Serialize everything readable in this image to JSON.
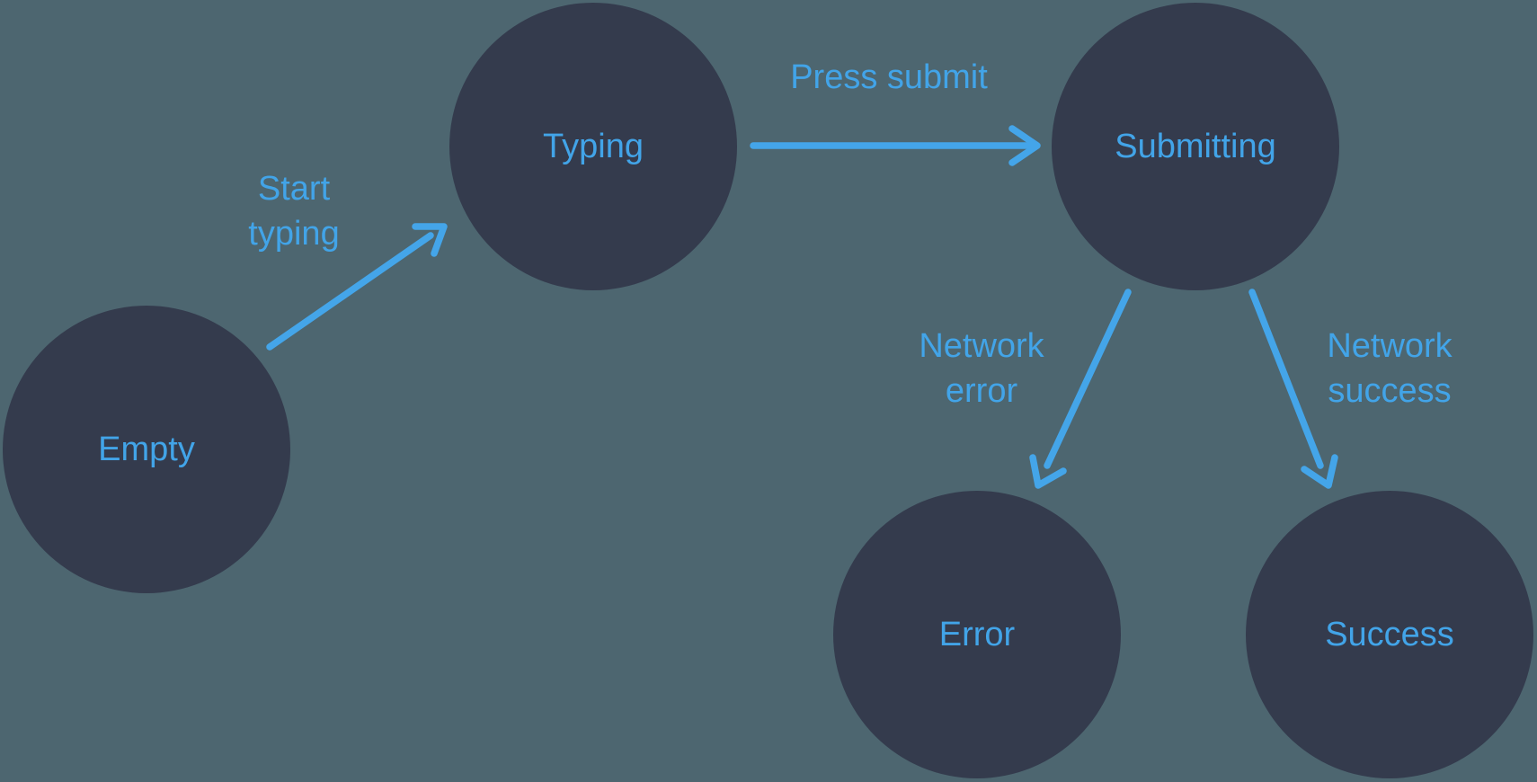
{
  "colors": {
    "background": "#4D6670",
    "node_fill": "#343B4D",
    "accent": "#42A4E8"
  },
  "states": [
    {
      "id": "empty",
      "label": "Empty"
    },
    {
      "id": "typing",
      "label": "Typing"
    },
    {
      "id": "submitting",
      "label": "Submitting"
    },
    {
      "id": "error",
      "label": "Error"
    },
    {
      "id": "success",
      "label": "Success"
    }
  ],
  "transitions": [
    {
      "id": "start-typing",
      "from": "empty",
      "to": "typing",
      "label": "Start typing",
      "label_lines": [
        "Start",
        "typing"
      ]
    },
    {
      "id": "press-submit",
      "from": "typing",
      "to": "submitting",
      "label": "Press submit",
      "label_lines": [
        "Press submit"
      ]
    },
    {
      "id": "network-error",
      "from": "submitting",
      "to": "error",
      "label": "Network error",
      "label_lines": [
        "Network",
        "error"
      ]
    },
    {
      "id": "network-success",
      "from": "submitting",
      "to": "success",
      "label": "Network success",
      "label_lines": [
        "Network",
        "success"
      ]
    }
  ]
}
